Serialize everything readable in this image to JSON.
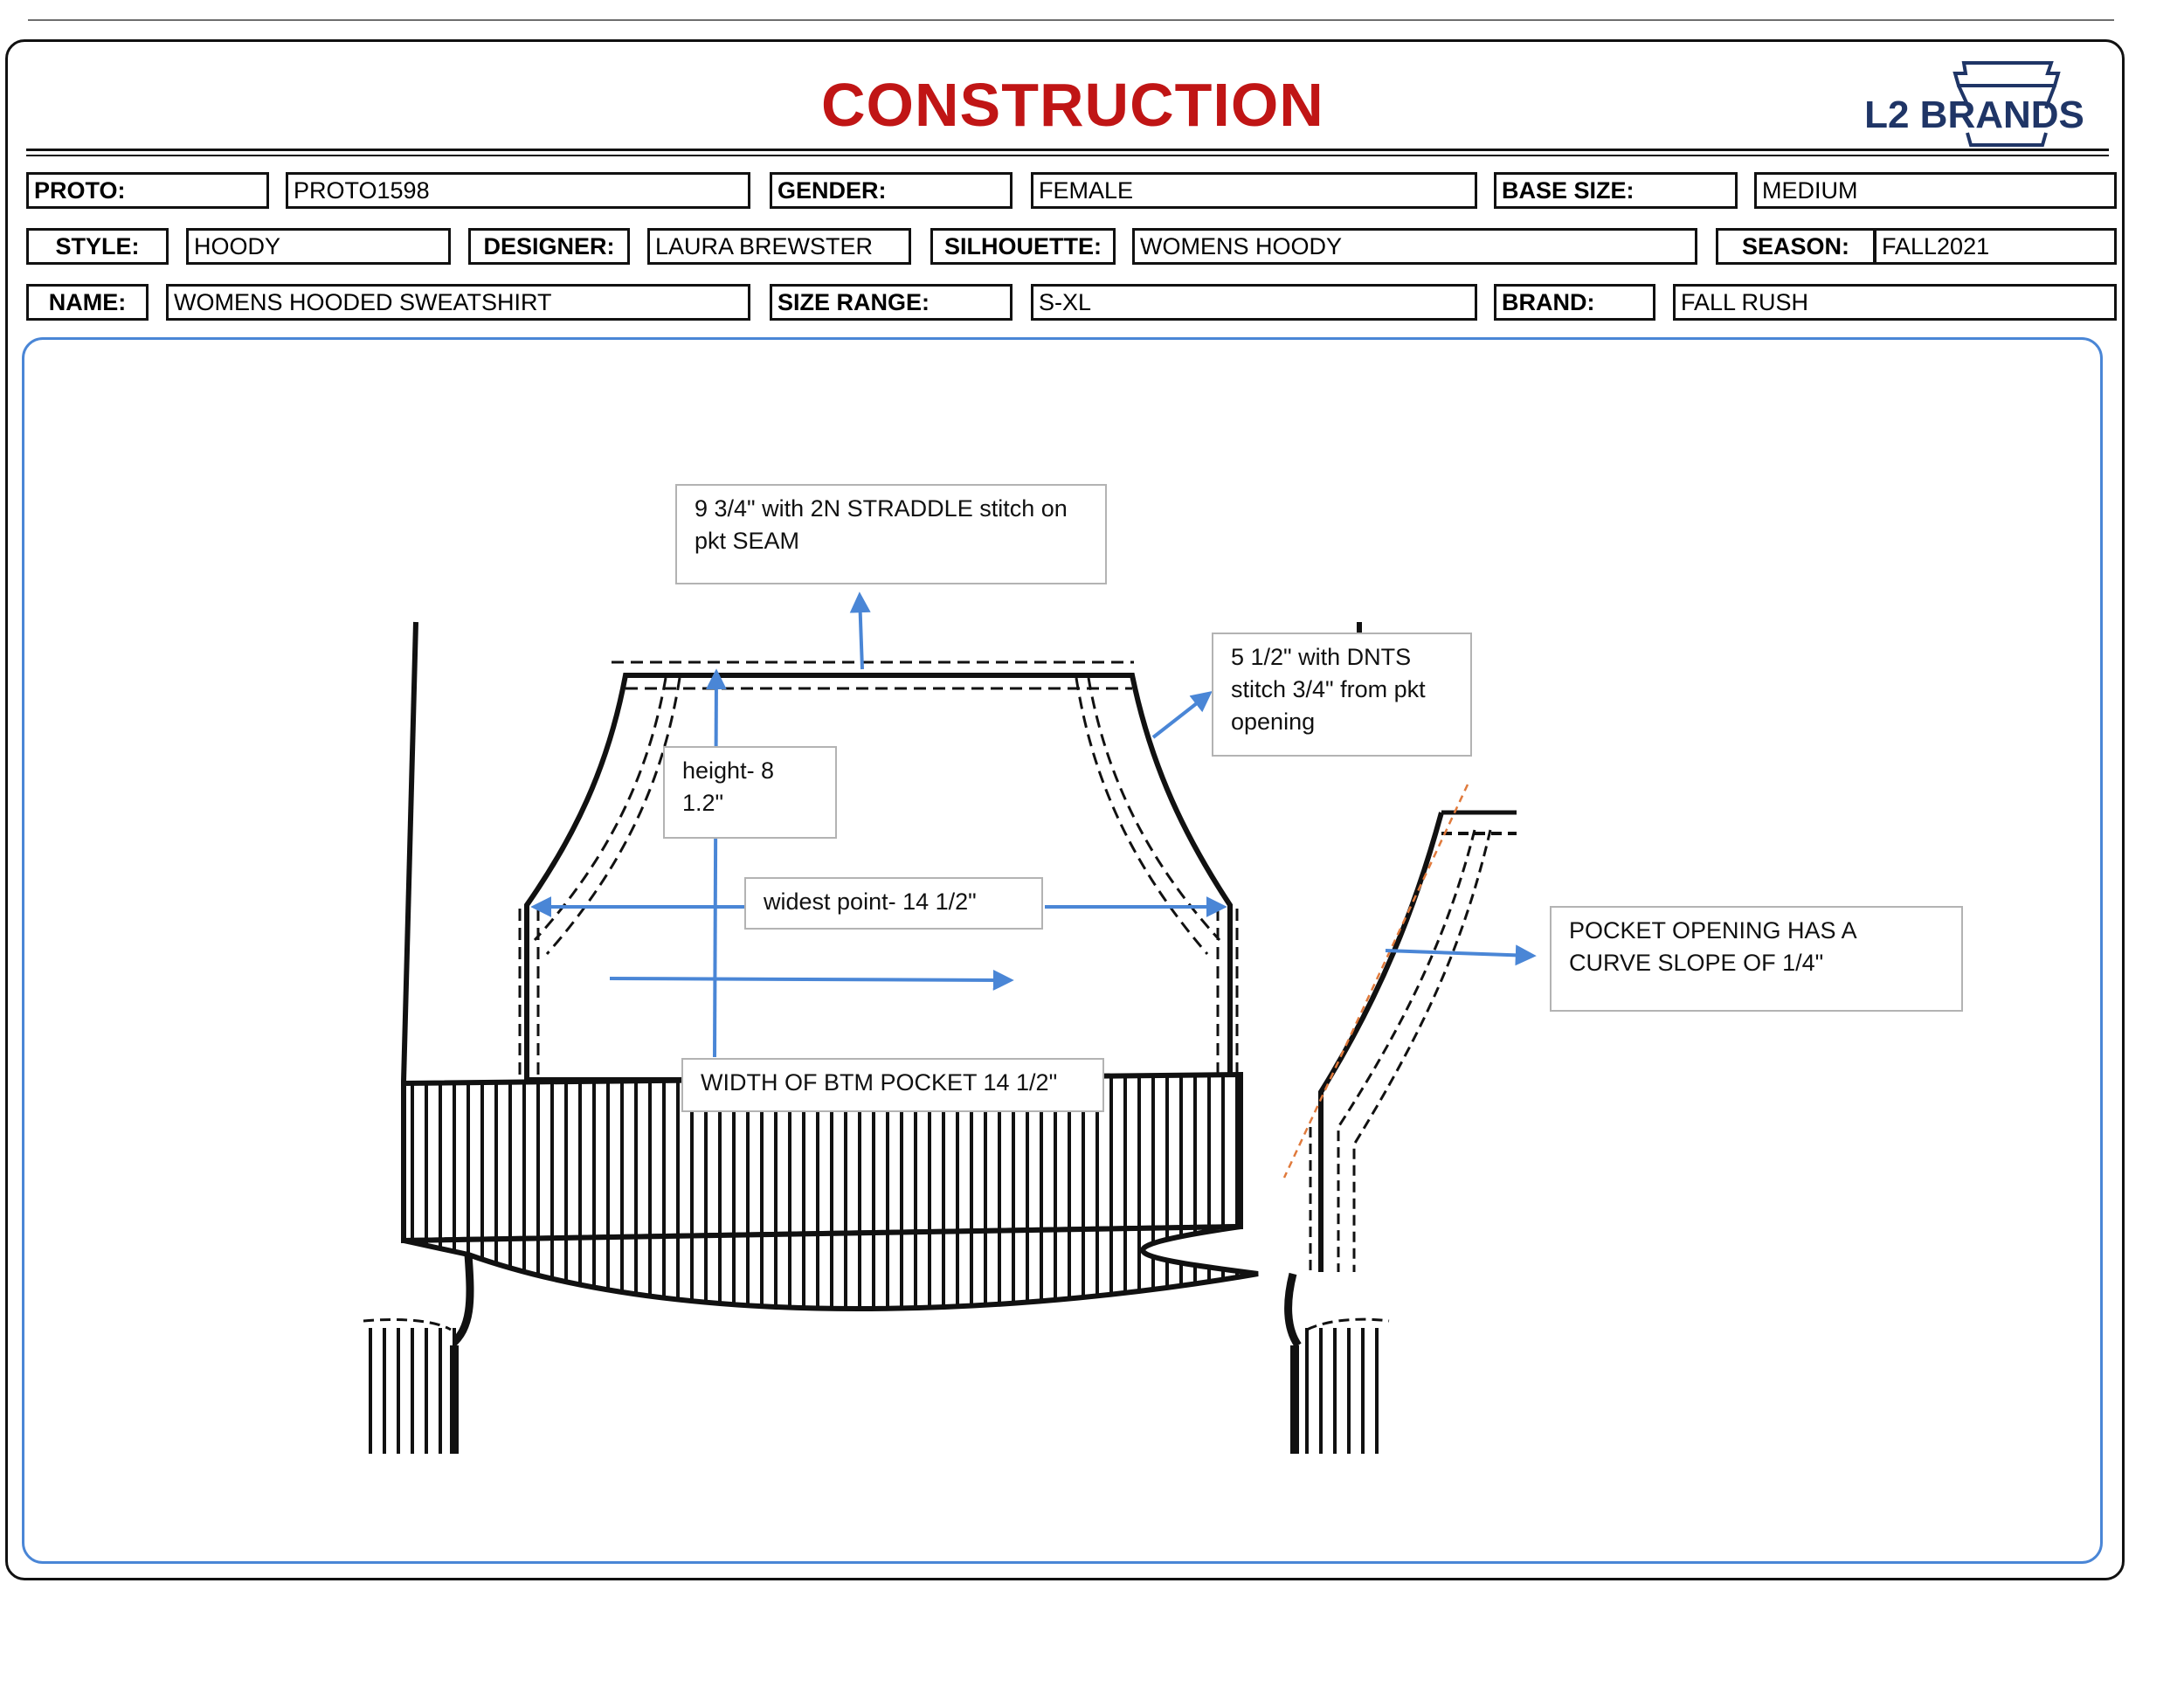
{
  "header": {
    "title": "CONSTRUCTION",
    "logo_text": "L2 BRANDS"
  },
  "fields": {
    "proto_label": "PROTO:",
    "proto_value": "PROTO1598",
    "gender_label": "GENDER:",
    "gender_value": "FEMALE",
    "base_size_label": "BASE SIZE:",
    "base_size_value": "MEDIUM",
    "style_label": "STYLE:",
    "style_value": "HOODY",
    "designer_label": "DESIGNER:",
    "designer_value": "LAURA BREWSTER",
    "silhouette_label": "SILHOUETTE:",
    "silhouette_value": "WOMENS HOODY",
    "season_label": "SEASON:",
    "season_value": "FALL2021",
    "name_label": "NAME:",
    "name_value": "WOMENS HOODED SWEATSHIRT",
    "size_range_label": "SIZE RANGE:",
    "size_range_value": "S-XL",
    "brand_label": "BRAND:",
    "brand_value": "FALL RUSH"
  },
  "annotations": {
    "top_seam": "9 3/4\" with 2N STRADDLE stitch on pkt SEAM",
    "pkt_opening": "5 1/2\" with DNTS stitch 3/4\" from pkt opening",
    "height": "height- 8 1.2\"",
    "widest_point": "widest point- 14 1/2\"",
    "btm_width": "WIDTH OF BTM POCKET 14 1/2\"",
    "curve_slope": "POCKET OPENING HAS A CURVE SLOPE OF 1/4\""
  },
  "colors": {
    "title_red": "#c01515",
    "logo_navy": "#1f3566",
    "arrow_blue": "#4a86d6",
    "slope_orange": "#e07a3c"
  }
}
